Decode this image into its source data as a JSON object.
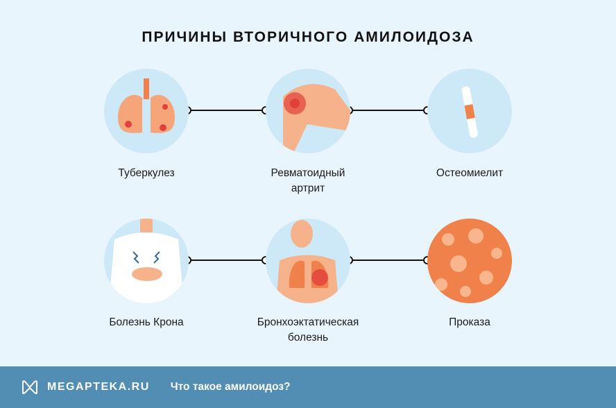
{
  "title": "ПРИЧИНЫ ВТОРИЧНОГО АМИЛОИДОЗА",
  "causes": [
    {
      "label": "Туберкулез",
      "icon": "lungs-icon"
    },
    {
      "label": "Ревматоидный артрит",
      "icon": "knee-joint-icon"
    },
    {
      "label": "Остеомиелит",
      "icon": "bone-icon"
    },
    {
      "label": "Болезнь Крона",
      "icon": "abdominal-pain-icon"
    },
    {
      "label": "Бронхоэктатическая болезнь",
      "icon": "respiratory-system-icon"
    },
    {
      "label": "Проказа",
      "icon": "skin-lesions-icon"
    }
  ],
  "footer": {
    "brand": "MEGAPTEKA.RU",
    "subtitle": "Что такое амилоидоз?"
  },
  "colors": {
    "background": "#e9f5fd",
    "circle": "#cde9f8",
    "footer": "#528db3",
    "accent": "#f0814a"
  }
}
